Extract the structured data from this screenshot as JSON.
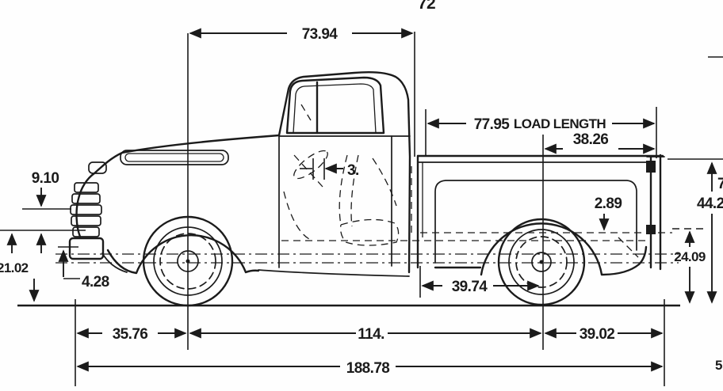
{
  "diagram": {
    "title": "Pickup truck side-view dimensional drawing",
    "colors": {
      "ink": "#1b1b1b",
      "background": "#fefefe"
    },
    "labels": {
      "top_partial": "72",
      "cab_length": "73.94",
      "load_length_value": "77.95",
      "load_length_text": "LOAD LENGTH",
      "bed_inner_length": "38.26",
      "grille_height": "9.10",
      "front_clearance": "21.02",
      "bumper_section": "4.28",
      "seat_adjustment": "3.",
      "floor_drop": "2.89",
      "side_height_partial": "44.2",
      "right_edge_partial_top": "7",
      "floor_height": "24.09",
      "cab_to_rear_axle": "39.74",
      "front_overhang": "35.76",
      "wheelbase": "114.",
      "rear_overhang": "39.02",
      "overall_length": "188.78",
      "right_edge_partial_bottom": "5"
    }
  }
}
